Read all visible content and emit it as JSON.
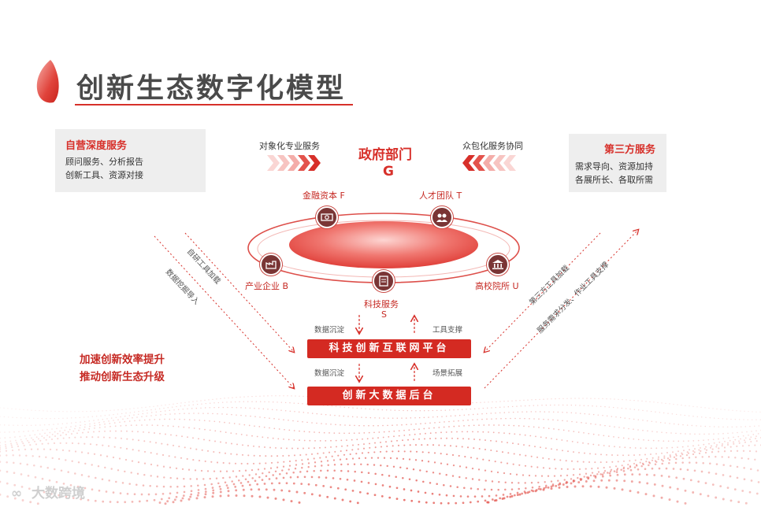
{
  "title": "创新生态数字化模型",
  "left_box": {
    "title": "自营深度服务",
    "lines": [
      "顾问服务、分析报告",
      "创新工具、资源对接"
    ]
  },
  "right_box": {
    "title": "第三方服务",
    "lines": [
      "需求导向、资源加持",
      "各展所长、各取所需"
    ]
  },
  "top_left_label": "对象化专业服务",
  "top_right_label": "众包化服务协同",
  "government": {
    "label": "政府部门",
    "letter": "G"
  },
  "nodes": {
    "finance": "金融资本 F",
    "talent": "人才团队 T",
    "industry": "产业企业 B",
    "university": "高校院所 U",
    "tech_service": "科技服务",
    "tech_service_letter": "S"
  },
  "left_diag_labels": [
    "自研工具加载",
    "数据挖掘导入"
  ],
  "right_diag_labels": [
    "第三方工具加载",
    "服务需求分发、作业工具支撑"
  ],
  "flow_labels": {
    "data_sink_1": "数据沉淀",
    "tool_support": "工具支撑",
    "data_sink_2": "数据沉淀",
    "scene_expand": "场景拓展"
  },
  "platform_bar": "科技创新互联网平台",
  "bigdata_bar": "创新大数据后台",
  "slogan": [
    "加速创新效率提升",
    "推动创新生态升级"
  ],
  "watermark": "大数跨境",
  "colors": {
    "accent": "#d7302a",
    "node": "#7a3535",
    "box_bg": "#eeeeee"
  },
  "icons": [
    "petal-logo-icon",
    "money-icon",
    "people-icon",
    "factory-icon",
    "bank-icon",
    "document-icon",
    "chevron-right-icon",
    "chevron-left-icon"
  ]
}
